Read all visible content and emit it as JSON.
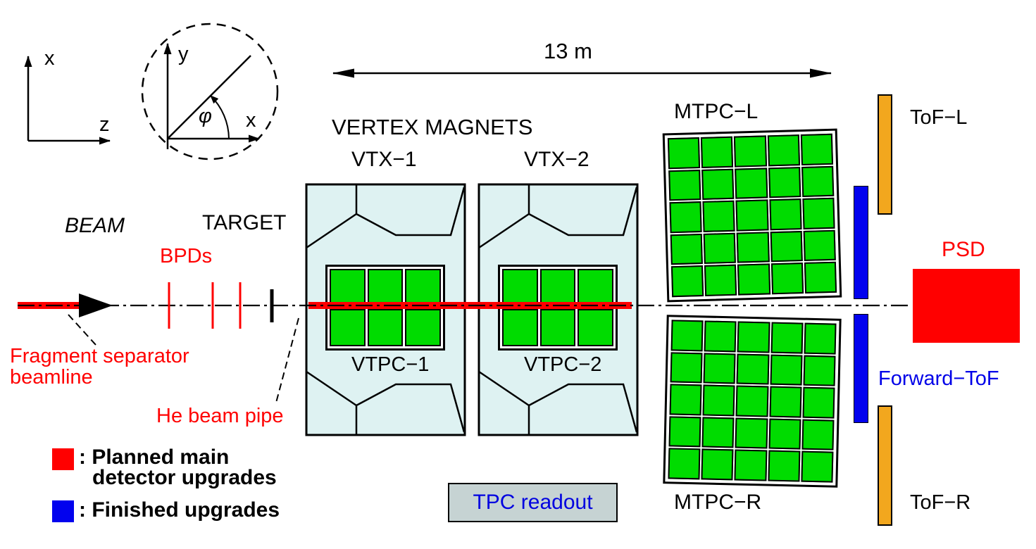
{
  "figure": {
    "type": "experiment-schematic",
    "scale_label": "13 m"
  },
  "axes": {
    "main_x": "x",
    "main_z": "z",
    "inset_y": "y",
    "inset_x": "x",
    "inset_phi": "φ"
  },
  "labels": {
    "beam": "BEAM",
    "bpds": "BPDs",
    "target": "TARGET",
    "vertex_magnets": "VERTEX MAGNETS",
    "vtx1": "VTX−1",
    "vtx2": "VTX−2",
    "vtpc1": "VTPC−1",
    "vtpc2": "VTPC−2",
    "mtpc_l": "MTPC−L",
    "mtpc_r": "MTPC−R",
    "tof_l": "ToF−L",
    "tof_r": "ToF−R",
    "forward_tof": "Forward−ToF",
    "psd": "PSD",
    "fragment_separator_line1": "Fragment separator",
    "fragment_separator_line2": "beamline",
    "he_beam_pipe": "He beam pipe",
    "tpc_readout": "TPC readout"
  },
  "legend": {
    "items": [
      {
        "swatch": "#ff0000",
        "line1": ": Planned main",
        "line2": "detector upgrades"
      },
      {
        "swatch": "#0202ee",
        "line1": ": Finished upgrades"
      }
    ]
  },
  "colors": {
    "planned_red": "#ff0000",
    "finished_blue": "#0202ee",
    "tpc_green": "#00dc00",
    "magnet_cyan": "#def2f2",
    "tof_orange": "#f2a71e",
    "readout_fill": "#c6d3d3",
    "readout_text": "#0000e0",
    "beam_red": "#ff0000"
  }
}
